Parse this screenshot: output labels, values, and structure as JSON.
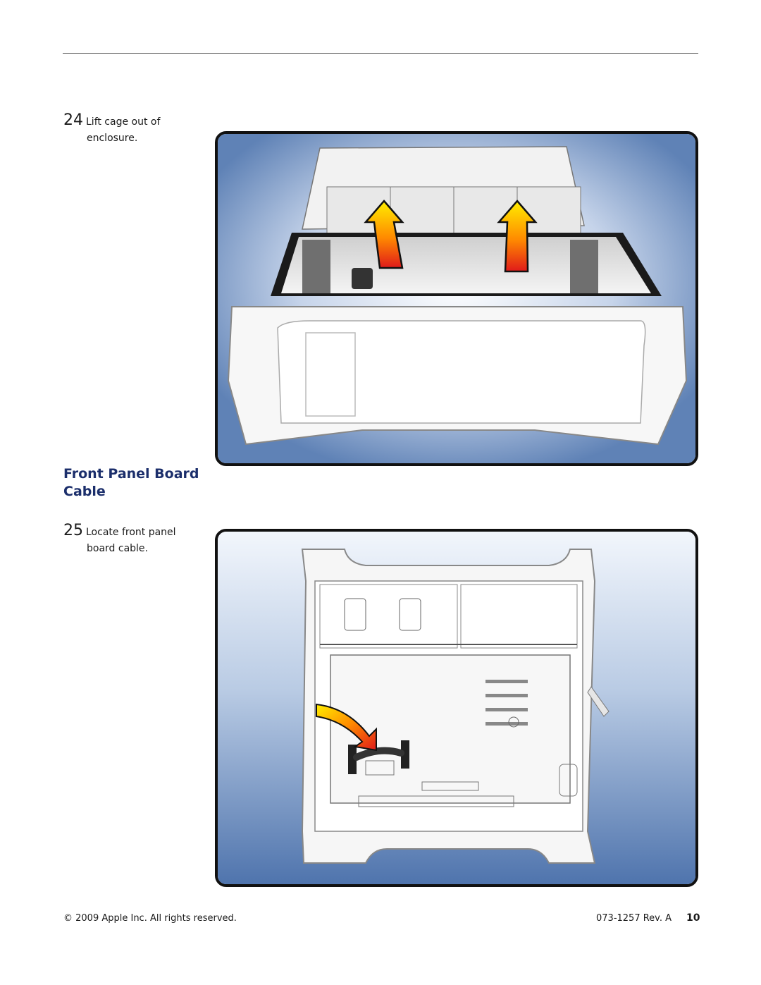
{
  "steps": [
    {
      "number": "24",
      "line1": "Lift cage out of",
      "line2": "enclosure."
    },
    {
      "number": "25",
      "line1": "Locate front panel",
      "line2": "board cable."
    }
  ],
  "section": {
    "title": "Front Panel Board Cable"
  },
  "footer": {
    "copyright": "© 2009 Apple Inc. All rights reserved.",
    "doc_id": "073-1257 Rev. A",
    "page": "10"
  },
  "colors": {
    "title": "#1b2e6b",
    "figure_bg": "#5f82b6",
    "arrow_top": "#ffee00",
    "arrow_bottom": "#e01a1a"
  }
}
